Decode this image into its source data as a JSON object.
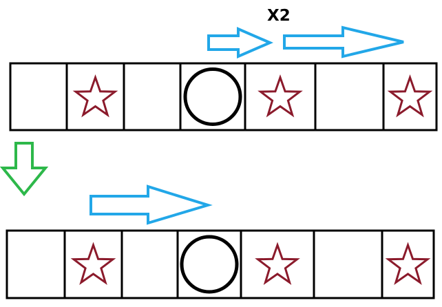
{
  "multiplier_label": "X2",
  "colors": {
    "background": "#ffffff",
    "cell_border": "#000000",
    "star": "#8b1a2b",
    "circle": "#000000",
    "move_arrow": "#22a7e8",
    "transition_arrow": "#2db84a",
    "label": "#000000"
  },
  "top_row": {
    "cells": [
      "empty",
      "star",
      "empty",
      "circle",
      "star",
      "empty",
      "star"
    ]
  },
  "bottom_row": {
    "cells": [
      "empty",
      "star",
      "empty",
      "circle",
      "star",
      "empty",
      "star"
    ]
  },
  "icons": {
    "star": "star-icon",
    "circle": "circle-icon",
    "move_arrow": "arrow-right-icon",
    "transition_arrow": "arrow-down-icon"
  }
}
